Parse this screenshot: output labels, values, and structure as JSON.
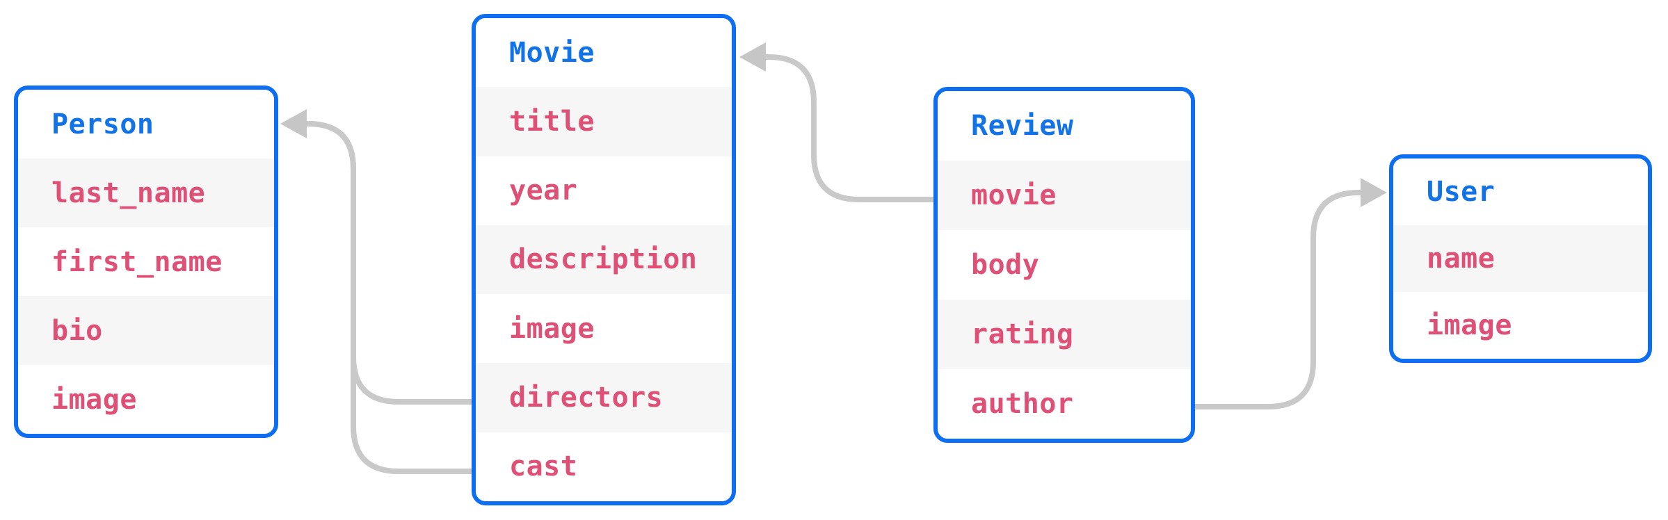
{
  "diagram": {
    "entities": [
      {
        "name": "Person",
        "fields": [
          "last_name",
          "first_name",
          "bio",
          "image"
        ]
      },
      {
        "name": "Movie",
        "fields": [
          "title",
          "year",
          "description",
          "image",
          "directors",
          "cast"
        ]
      },
      {
        "name": "Review",
        "fields": [
          "movie",
          "body",
          "rating",
          "author"
        ]
      },
      {
        "name": "User",
        "fields": [
          "name",
          "image"
        ]
      }
    ],
    "relationships": [
      {
        "from": "Movie.directors",
        "to": "Person"
      },
      {
        "from": "Movie.cast",
        "to": "Person"
      },
      {
        "from": "Review.movie",
        "to": "Movie"
      },
      {
        "from": "Review.author",
        "to": "User"
      }
    ],
    "colors": {
      "entity_border": "#0d6ef2",
      "entity_title": "#1273e8",
      "field_text": "#de5076",
      "row_alt_bg": "#f6f6f7",
      "connector": "#c9c9c9",
      "background": "#ffffff"
    }
  }
}
